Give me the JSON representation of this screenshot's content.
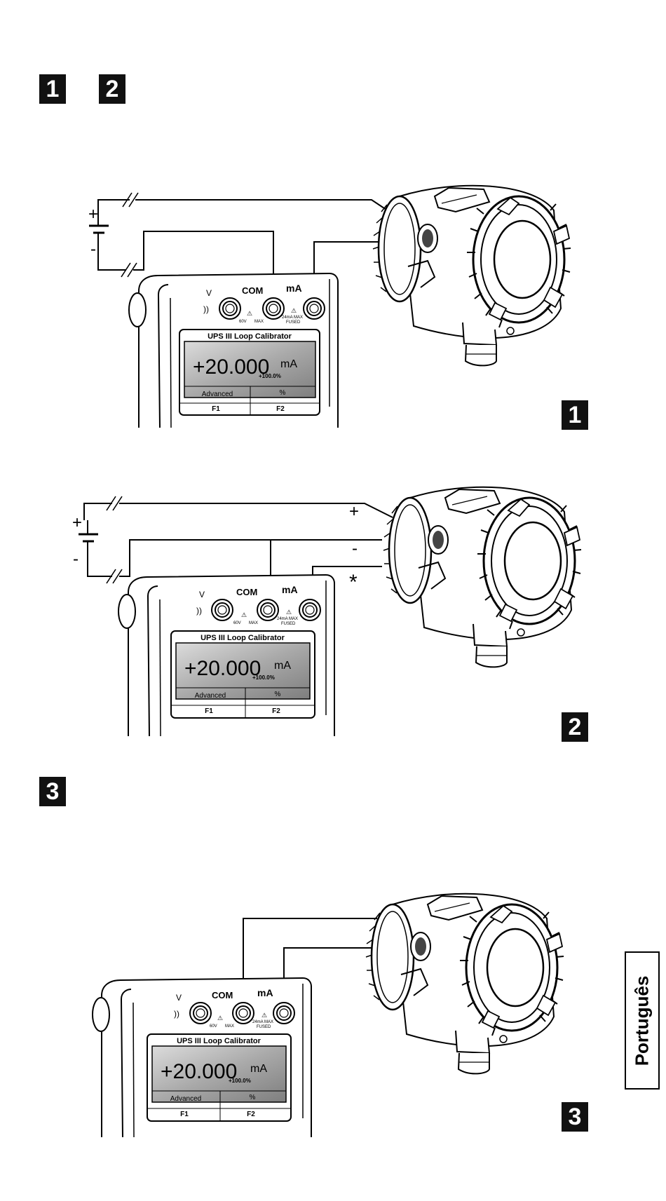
{
  "header_steps": [
    "1",
    "2"
  ],
  "section3_badge": "3",
  "diagram_badges": [
    "1",
    "2",
    "3"
  ],
  "side_tab": "Português",
  "calibrator": {
    "label_v": "V",
    "label_com": "COM",
    "label_ma": "mA",
    "rating_left": "60V",
    "rating_left_max": "MAX",
    "rating_right": "24mA MAX",
    "rating_right_fused": "FUSED",
    "title": "UPS III  Loop Calibrator",
    "reading": "+20.000",
    "unit": "mA",
    "percent": "+100.0%",
    "softkey_left": "Advanced",
    "softkey_right": "%",
    "fkey_left": "F1",
    "fkey_right": "F2"
  },
  "wiring_labels": {
    "plus": "+",
    "minus": "-",
    "star": "*"
  }
}
